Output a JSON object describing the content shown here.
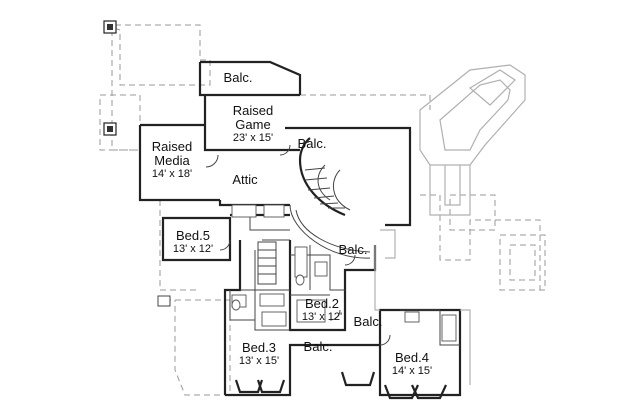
{
  "rooms": {
    "balc_top": {
      "name": "Balc."
    },
    "raised_game": {
      "name_line1": "Raised",
      "name_line2": "Game",
      "dims": "23' x 15'"
    },
    "raised_media": {
      "name_line1": "Raised",
      "name_line2": "Media",
      "dims": "14' x 18'"
    },
    "balc_right": {
      "name": "Balc."
    },
    "attic": {
      "name": "Attic"
    },
    "bed5": {
      "name": "Bed.5",
      "dims": "13' x 12'"
    },
    "balc_center": {
      "name": "Balc."
    },
    "bed2": {
      "name": "Bed.2",
      "dims": "13' x 12'"
    },
    "balc_lower_right": {
      "name": "Balc."
    },
    "bed3": {
      "name": "Bed.3",
      "dims": "13' x 15'"
    },
    "balc_bottom": {
      "name": "Balc."
    },
    "bed4": {
      "name": "Bed.4",
      "dims": "14' x 15'"
    }
  }
}
